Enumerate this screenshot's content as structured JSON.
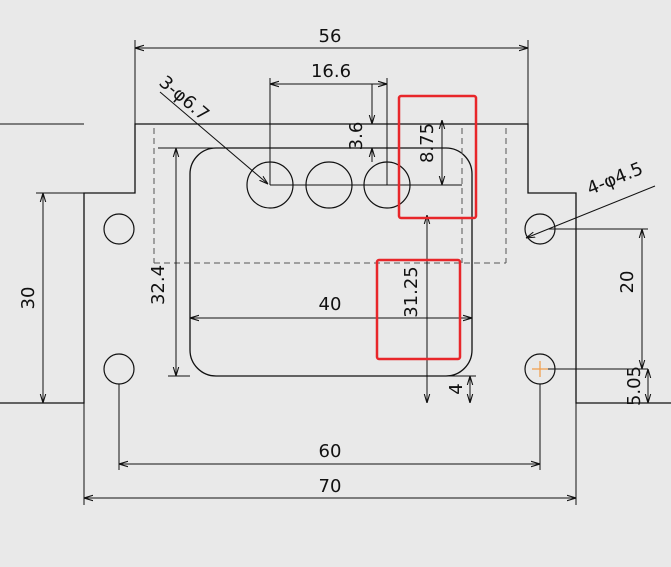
{
  "dimensions": {
    "overall_top_width": "56",
    "hole_spacing_top": "16.6",
    "small_holes_note": "3-φ6.7",
    "hole_offset_small": "3.6",
    "hole_to_slot": "8.75",
    "corner_holes_note": "4-φ4.5",
    "overall_height_left": "30",
    "slot_height": "32.4",
    "slot_width": "40",
    "slot_depth": "31.25",
    "right_hole_spacing": "20",
    "bottom_gap": "4",
    "hole_edge_offset": "5.05",
    "bottom_hole_spacing": "60",
    "overall_width": "70"
  },
  "colors": {
    "background": "#e9e9e9",
    "line": "#111111",
    "highlight": "#e8262a",
    "hidden": "#777777",
    "selected_hole": "#f0a050"
  }
}
